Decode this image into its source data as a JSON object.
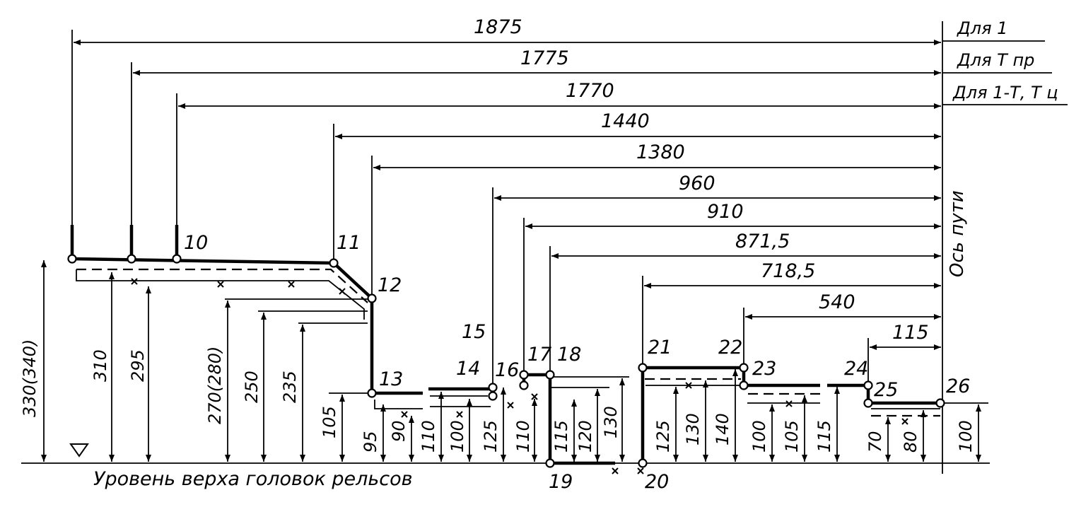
{
  "horizontal_dimensions": [
    "1875",
    "1775",
    "1770",
    "1440",
    "1380",
    "960",
    "910",
    "871,5",
    "718,5",
    "540",
    "115"
  ],
  "gauge_labels": [
    "Для 1",
    "Для Т пр",
    "Для 1-Т, Т ц"
  ],
  "axis_label": "Ось пути",
  "base_label": "Уровень верха головок рельсов",
  "point_labels": [
    "10",
    "11",
    "12",
    "13",
    "14",
    "15",
    "16",
    "17",
    "18",
    "19",
    "20",
    "21",
    "22",
    "23",
    "24",
    "25",
    "26"
  ],
  "vertical_dimensions": [
    "330(340)",
    "310",
    "295",
    "270(280)",
    "250",
    "235",
    "105",
    "95",
    "90",
    "110",
    "100",
    "125",
    "110",
    "115",
    "120",
    "130",
    "125",
    "130",
    "140",
    "100",
    "105",
    "115",
    "70",
    "80",
    "100"
  ]
}
